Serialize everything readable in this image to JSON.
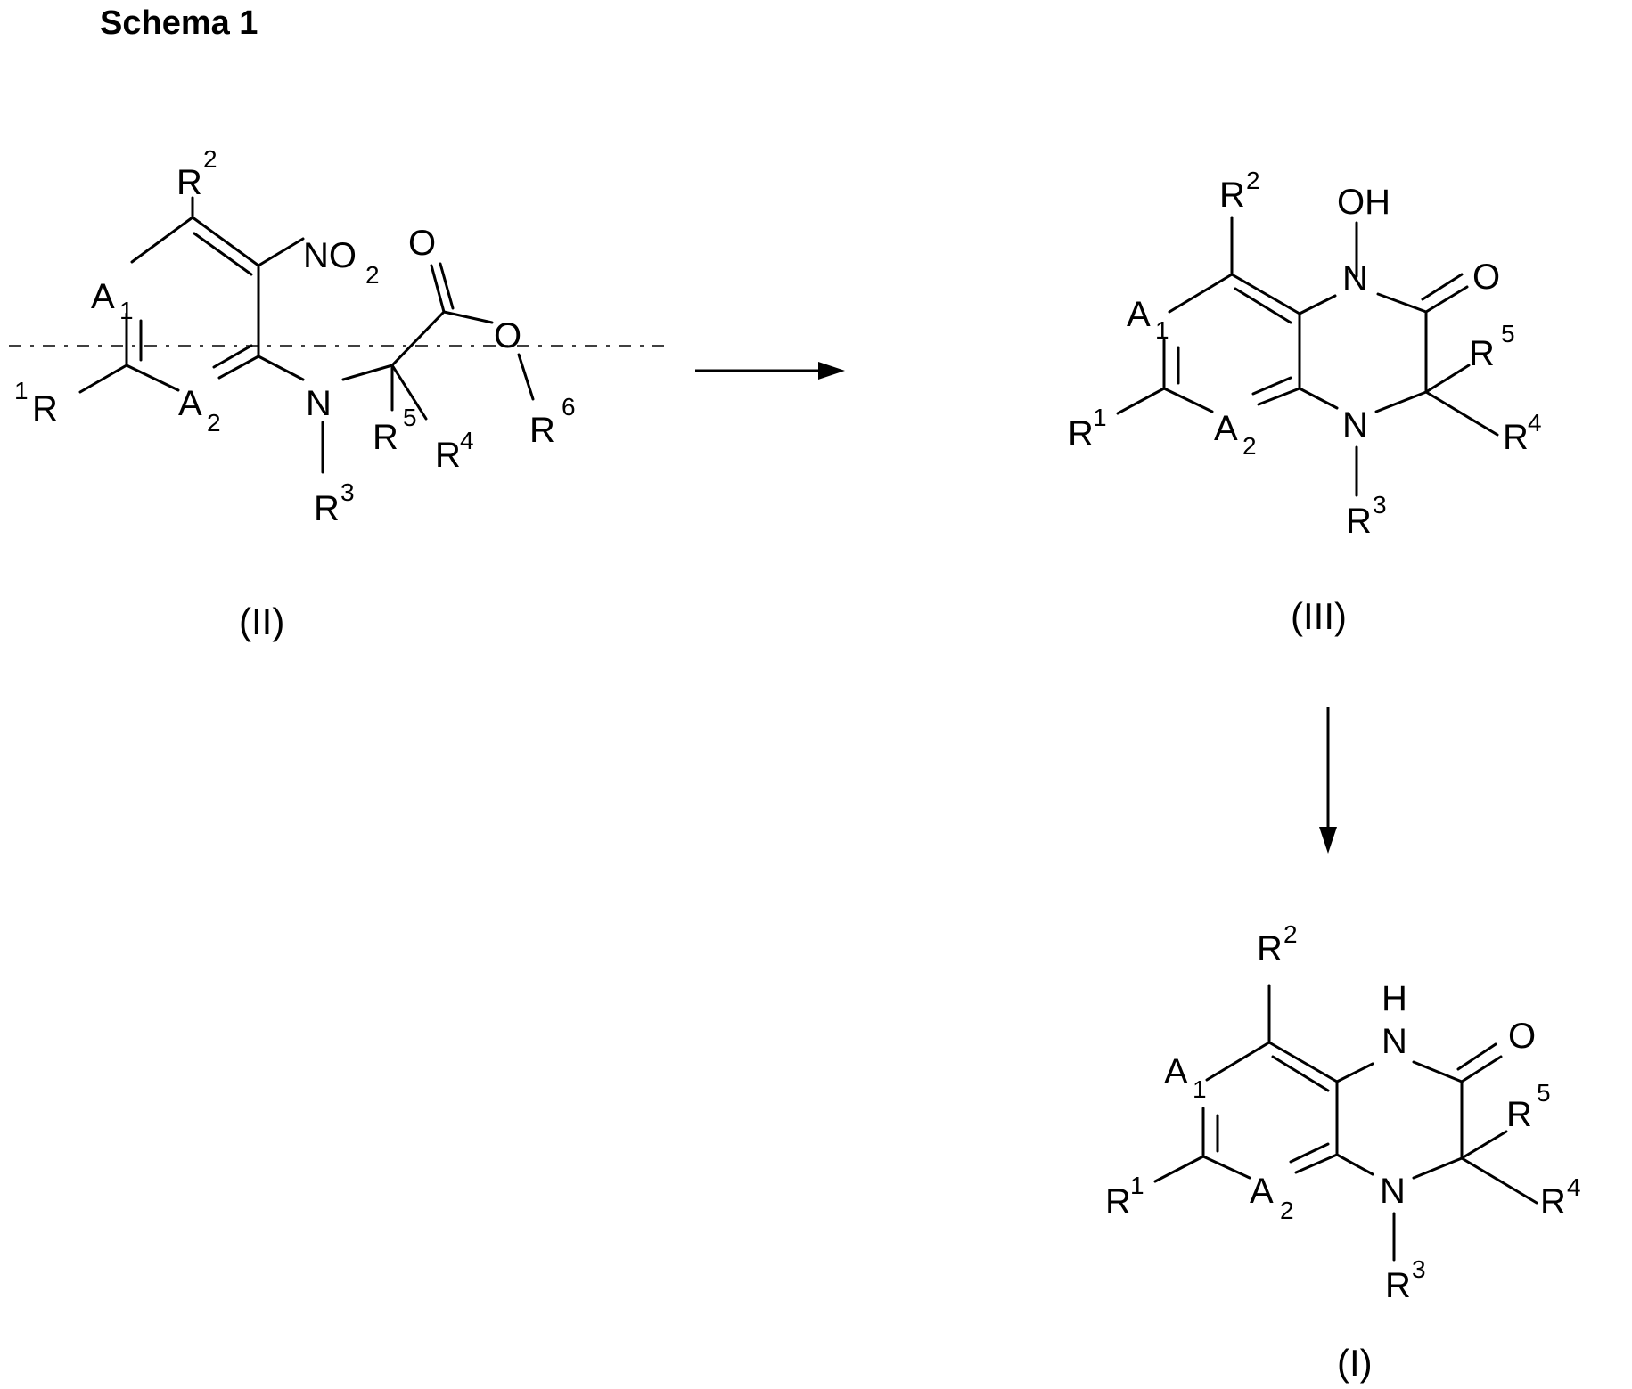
{
  "title": "Schema 1",
  "compounds": [
    {
      "id": "II",
      "caption": "(II)",
      "labels": {
        "r2": "R",
        "r2_sup": "2",
        "no2": "NO",
        "no2_sub": "2",
        "o_carbonyl": "O",
        "a1": "A",
        "a1_sub": "1",
        "r1_pre": "1",
        "r1": "R",
        "a2": "A",
        "a2_sub": "2",
        "n": "N",
        "o_ester": "O",
        "r5": "R",
        "r5_sup": "5",
        "r4": "R",
        "r4_sup": "4",
        "r6": "R",
        "r6_sup": "6",
        "r3": "R",
        "r3_sup": "3"
      }
    },
    {
      "id": "III",
      "caption": "(III)",
      "labels": {
        "r2": "R",
        "r2_sup": "2",
        "oh": "OH",
        "n_top": "N",
        "o": "O",
        "a1": "A",
        "a1_sub": "1",
        "r5": "R",
        "r5_sup": "5",
        "r1": "R",
        "r1_sup": "1",
        "a2": "A",
        "a2_sub": "2",
        "n_bottom": "N",
        "r4": "R",
        "r4_sup": "4",
        "r3": "R",
        "r3_sup": "3"
      }
    },
    {
      "id": "I",
      "caption": "(I)",
      "labels": {
        "r2": "R",
        "r2_sup": "2",
        "h": "H",
        "n_top": "N",
        "o": "O",
        "a1": "A",
        "a1_sub": "1",
        "r5": "R",
        "r5_sup": "5",
        "r1": "R",
        "r1_sup": "1",
        "a2": "A",
        "a2_sub": "2",
        "n_bottom": "N",
        "r4": "R",
        "r4_sup": "4",
        "r3": "R",
        "r3_sup": "3"
      }
    }
  ],
  "colors": {
    "ink": "#000000",
    "background": "#ffffff"
  }
}
